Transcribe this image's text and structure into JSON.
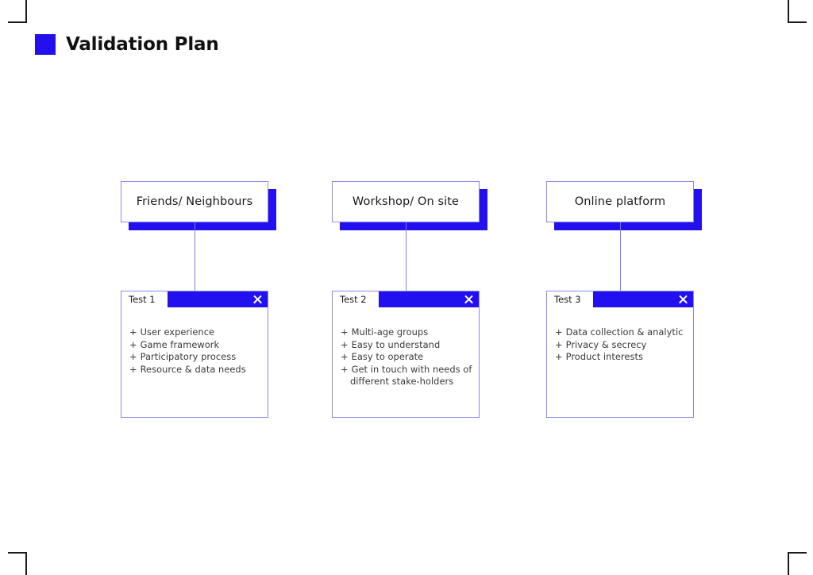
{
  "document": {
    "title": "Validation Plan",
    "accent_color": "#2211ee",
    "border_color": "#8a8af0",
    "connector_color": "#7b7bec",
    "background_color": "#ffffff",
    "text_color": "#1a1a1a"
  },
  "header": {
    "swatch_name": "blue-square-bullet",
    "title": "Validation Plan"
  },
  "columns": [
    {
      "card_label": "Friends/ Neighbours",
      "window": {
        "title": "Test 1",
        "close_label": "×",
        "bullets": [
          {
            "marker": "+",
            "text": "User experience"
          },
          {
            "marker": "+",
            "text": "Game framework"
          },
          {
            "marker": "+",
            "text": "Participatory process"
          },
          {
            "marker": "+",
            "text": "Resource & data needs"
          }
        ]
      }
    },
    {
      "card_label": "Workshop/ On site",
      "window": {
        "title": "Test 2",
        "close_label": "×",
        "bullets": [
          {
            "marker": "+",
            "text": "Multi-age groups"
          },
          {
            "marker": "+",
            "text": "Easy to understand"
          },
          {
            "marker": "+",
            "text": "Easy to operate"
          },
          {
            "marker": "+",
            "text": "Get in touch with needs of different stake-holders"
          }
        ]
      }
    },
    {
      "card_label": "Online platform",
      "window": {
        "title": "Test 3",
        "close_label": "×",
        "bullets": [
          {
            "marker": "+",
            "text": "Data collection & analytic"
          },
          {
            "marker": "+",
            "text": "Privacy & secrecy"
          },
          {
            "marker": "+",
            "text": "Product interests"
          }
        ]
      }
    }
  ],
  "crop_marks": [
    "top-left",
    "top-right",
    "bottom-left",
    "bottom-right"
  ]
}
